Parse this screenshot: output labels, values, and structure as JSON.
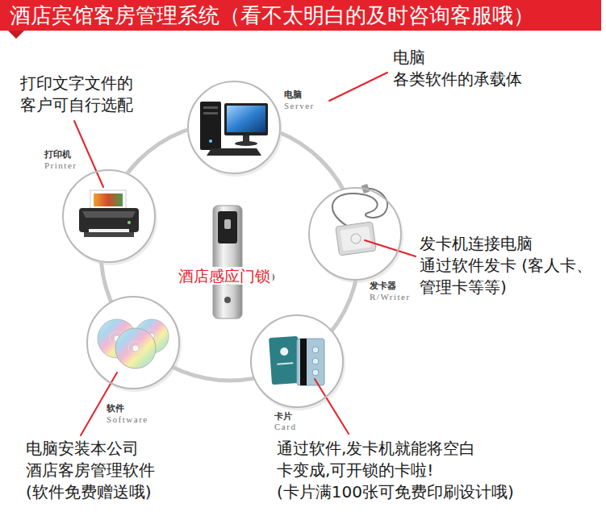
{
  "diagram": {
    "title": "酒店宾馆客房管理系统（看不太明白的及时咨询客服哦）",
    "nodes": [
      {
        "text": [
          "电脑",
          "Server"
        ]
      },
      {
        "text": [
          "打印机",
          "Printer"
        ]
      },
      {
        "text": [
          "酒店感应门锁"
        ]
      },
      {
        "text": [
          "发卡器",
          "R/Writer"
        ]
      },
      {
        "text": [
          "软件",
          "Software"
        ]
      },
      {
        "text": [
          "卡片",
          "Card"
        ]
      }
    ],
    "labels": [
      "电脑 各类软件的承载体",
      "打印文字文件的 客户可自行选配",
      "发卡机连接电脑 通过软件发卡 (客人卡、管理卡等等)",
      "电脑安装本公司 酒店客房管理软件 (软件免费赠送哦)",
      "通过软件,发卡机就能将空白 卡变成,可开锁的卡啦! (卡片满100张可免费印刷设计哦)"
    ]
  }
}
